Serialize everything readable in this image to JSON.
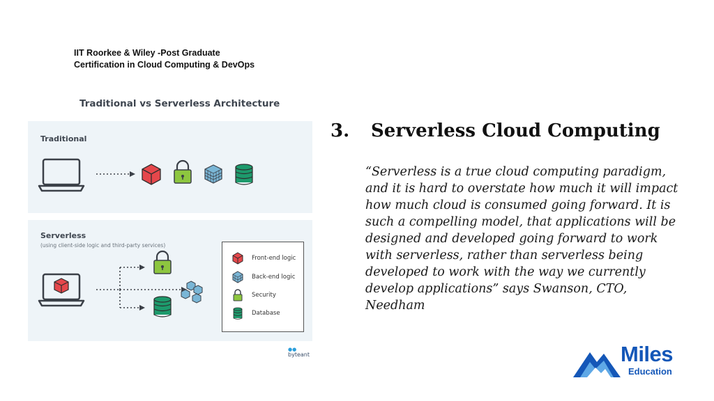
{
  "header": {
    "line1": "IIT Roorkee & Wiley -Post Graduate",
    "line2": "Certification in Cloud Computing & DevOps"
  },
  "figure": {
    "title": "Traditional vs Serverless Architecture",
    "traditional_label": "Traditional",
    "serverless_label": "Serverless",
    "serverless_sub": "(using client-side logic and third-party services)",
    "legend": [
      {
        "label": "Front-end logic",
        "icon": "red-cube-icon"
      },
      {
        "label": "Back-end logic",
        "icon": "grid-cube-icon"
      },
      {
        "label": "Security",
        "icon": "padlock-icon"
      },
      {
        "label": "Database",
        "icon": "database-icon"
      }
    ],
    "credit": "byteant",
    "colors": {
      "red": "#e5474b",
      "green": "#1d9a6c",
      "blue": "#7ab6d6",
      "panel": "#eef4f8"
    }
  },
  "slide": {
    "number": "3.",
    "title": "Serverless Cloud Computing",
    "quote": "“Serverless is a true cloud computing paradigm, and it is hard to overstate how much it will impact how much cloud is consumed going forward. It is such a compelling model, that applications will be designed and developed going forward to work with serverless, rather than serverless being developed to work with the way we currently develop applications” says Swanson, CTO, Needham"
  },
  "logo": {
    "name": "Miles",
    "sub": "Education",
    "color": "#1457b8"
  }
}
